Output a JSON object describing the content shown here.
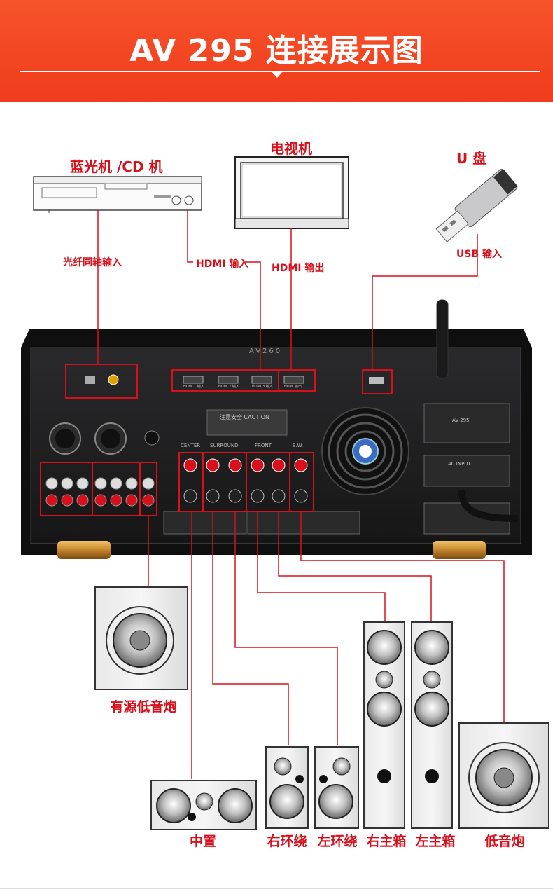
{
  "header": {
    "title": "AV 295 连接展示图",
    "bg_color": "#f04521"
  },
  "devices": {
    "bluray": {
      "label": "蓝光机 /CD 机"
    },
    "tv": {
      "label": "电视机"
    },
    "usb": {
      "label": "U 盘"
    }
  },
  "connections": {
    "optical_coax": "光纤同轴输入",
    "hdmi_in": "HDMI 输入",
    "hdmi_out": "HDMI 输出",
    "usb_in": "USB 输入"
  },
  "amp_panel": {
    "brand": "AV260",
    "hdmi_ports": [
      "HDMI 1 输入",
      "HDMI 2 输入",
      "HDMI 3 输入",
      "HDMI 输出"
    ],
    "caution": "注意安全 CAUTION",
    "channels": [
      "CENTER",
      "SURROUND",
      "FRONT",
      "S.W."
    ],
    "ac_input": "AC INPUT",
    "model": "AV-295"
  },
  "speakers": {
    "active_sub": "有源低音炮",
    "center": "中置",
    "right_surround": "右环绕",
    "left_surround": "左环绕",
    "right_main": "右主箱",
    "left_main": "左主箱",
    "subwoofer": "低音炮"
  },
  "colors": {
    "accent": "#d8101c",
    "panel": "#1b1b1d"
  }
}
